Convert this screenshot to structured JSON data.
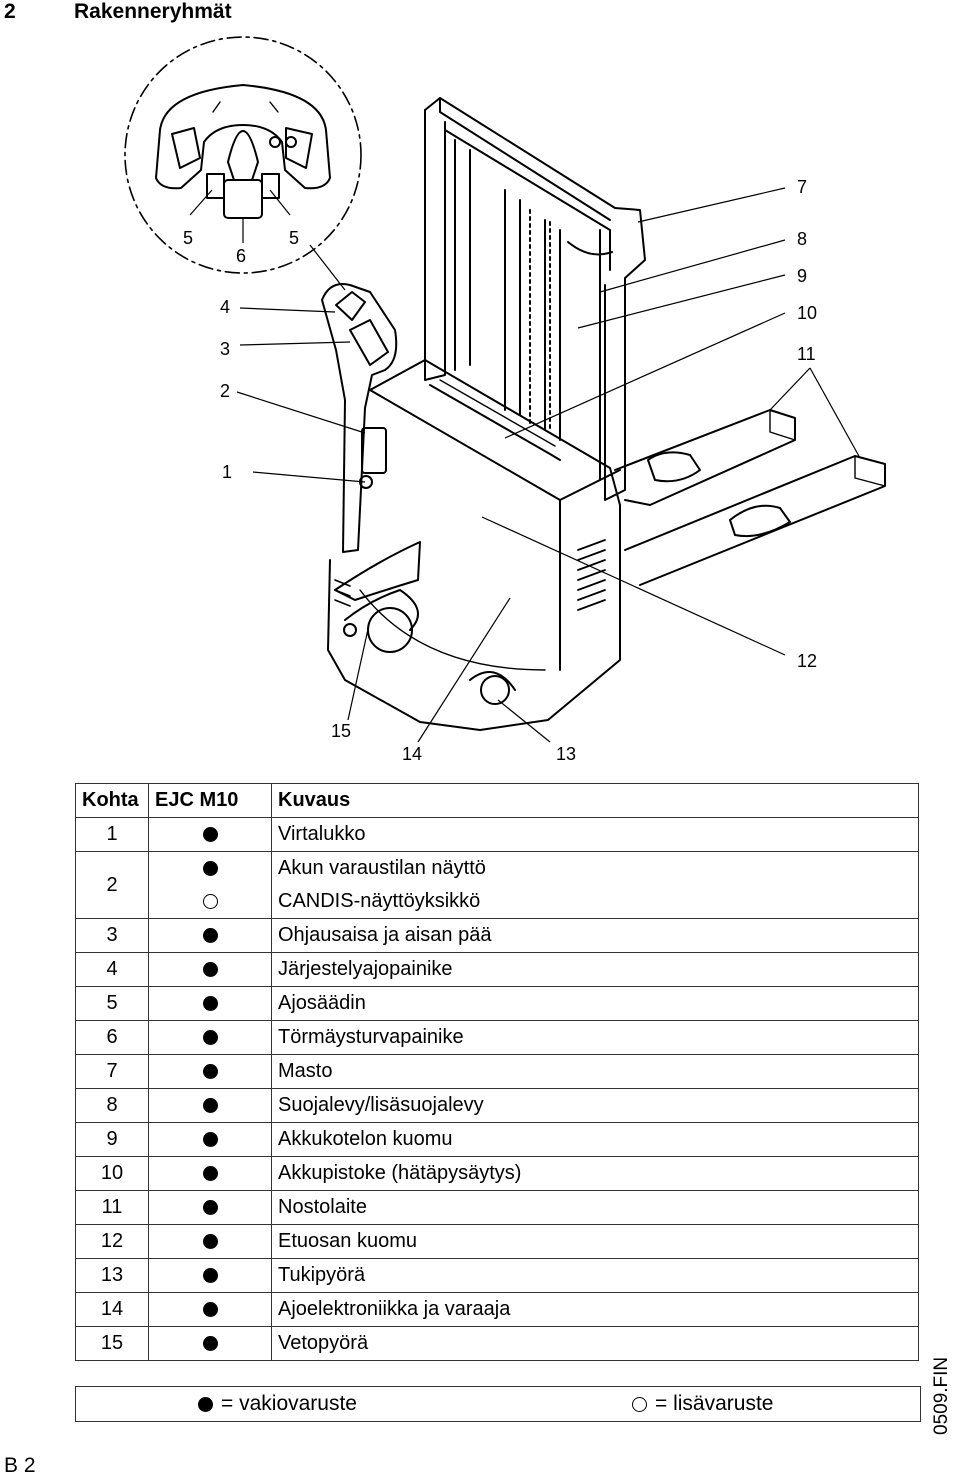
{
  "heading": {
    "number": "2",
    "title": "Rakenneryhmät"
  },
  "figure": {
    "callouts": {
      "c1": "1",
      "c2": "2",
      "c3": "3",
      "c4": "4",
      "c5a": "5",
      "c5b": "5",
      "c6": "6",
      "c7": "7",
      "c8": "8",
      "c9": "9",
      "c10": "10",
      "c11": "11",
      "c12": "12",
      "c13": "13",
      "c14": "14",
      "c15": "15"
    }
  },
  "table": {
    "headers": [
      "Kohta",
      "EJC M10",
      "Kuvaus"
    ],
    "rows": [
      {
        "num": "1",
        "mark": "standard",
        "desc": "Virtalukko"
      },
      {
        "num": "2",
        "mark": "standard",
        "desc": "Akun varaustilan näyttö"
      },
      {
        "num": "",
        "mark": "optional",
        "desc": "CANDIS-näyttöyksikkö"
      },
      {
        "num": "3",
        "mark": "standard",
        "desc": "Ohjausaisa ja aisan pää"
      },
      {
        "num": "4",
        "mark": "standard",
        "desc": "Järjestelyajopainike"
      },
      {
        "num": "5",
        "mark": "standard",
        "desc": "Ajosäädin"
      },
      {
        "num": "6",
        "mark": "standard",
        "desc": "Törmäysturvapainike"
      },
      {
        "num": "7",
        "mark": "standard",
        "desc": "Masto"
      },
      {
        "num": "8",
        "mark": "standard",
        "desc": "Suojalevy/lisäsuojalevy"
      },
      {
        "num": "9",
        "mark": "standard",
        "desc": "Akkukotelon kuomu"
      },
      {
        "num": "10",
        "mark": "standard",
        "desc": "Akkupistoke (hätäpysäytys)"
      },
      {
        "num": "11",
        "mark": "standard",
        "desc": "Nostolaite"
      },
      {
        "num": "12",
        "mark": "standard",
        "desc": "Etuosan kuomu"
      },
      {
        "num": "13",
        "mark": "standard",
        "desc": "Tukipyörä"
      },
      {
        "num": "14",
        "mark": "standard",
        "desc": "Ajoelektroniikka ja varaaja"
      },
      {
        "num": "15",
        "mark": "standard",
        "desc": "Vetopyörä"
      }
    ]
  },
  "legend": {
    "standard": "= vakiovaruste",
    "optional": "= lisävaruste"
  },
  "side_code": "0509.FIN",
  "page_number": "B 2"
}
